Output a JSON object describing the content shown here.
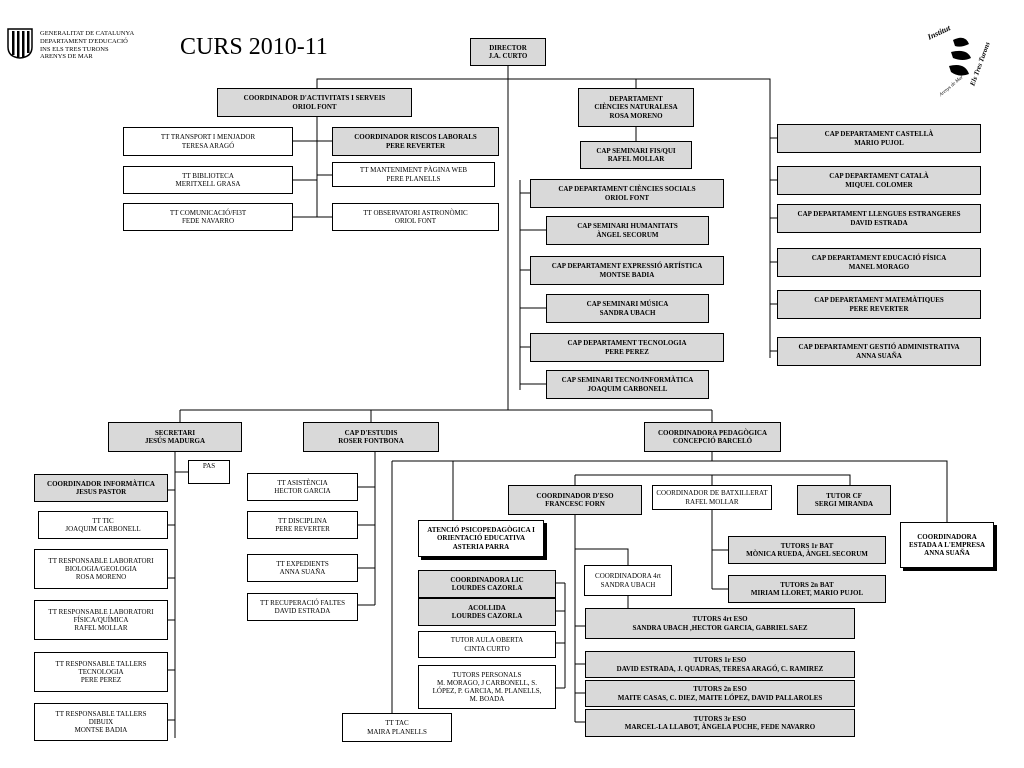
{
  "header": {
    "org_lines": "GENERALITAT DE CATALUNYA\nDEPARTAMENT D'EDUCACIÓ\nINS ELS TRES TURONS\nARENYS DE MAR",
    "title": "CURS 2010-11",
    "logo_top": "Institut",
    "logo_mid": "Els Tres Turons",
    "logo_bottom": "Arenys de Mar"
  },
  "boxes": {
    "director": "DIRECTOR\nJ.A. CURTO",
    "coord_activitats": "COORDINADOR D'ACTIVITATS I SERVEIS\nORIOL FONT",
    "tt_transport": "TT TRANSPORT I MENJADOR\nTERESA ARAGÓ",
    "coord_riscos": "COORDINADOR RISCOS LABORALS\nPERE REVERTER",
    "tt_biblioteca": "TT BIBLIOTECA\nMERITXELL GRASA",
    "tt_manteniment": "TT MANTENIMENT PÀGINA WEB\nPERE PLANELLS",
    "tt_comunicacio": "TT COMUNICACIÓ/FI3T\nFEDE NAVARRO",
    "tt_observatori": "TT OBSERVATORI ASTRONÒMIC\nORIOL FONT",
    "dep_ciencies_nat": "DEPARTAMENT\nCIÈNCIES NATURALESA\nROSA MORENO",
    "sem_fisqui": "CAP SEMINARI FIS/QUI\nRAFEL MOLLAR",
    "dep_ciencies_soc": "CAP DEPARTAMENT CIÈNCIES SOCIALS\nORIOL FONT",
    "sem_humanitats": "CAP SEMINARI HUMANITATS\nÀNGEL SECORUM",
    "dep_expressio": "CAP DEPARTAMENT EXPRESSIÓ ARTÍSTICA\nMONTSE BADIA",
    "sem_musica": "CAP SEMINARI MÚSICA\nSANDRA UBACH",
    "dep_tecnologia": "CAP DEPARTAMENT TECNOLOGIA\nPERE PEREZ",
    "sem_tecno": "CAP SEMINARI TECNO/INFORMÀTICA\nJOAQUIM CARBONELL",
    "dep_castella": "CAP DEPARTAMENT CASTELLÀ\nMARIO PUJOL",
    "dep_catala": "CAP DEPARTAMENT CATALÀ\nMIQUEL COLOMER",
    "dep_llengues": "CAP DEPARTAMENT LLENGUES ESTRANGERES\nDAVID ESTRADA",
    "dep_ef": "CAP DEPARTAMENT EDUCACIÓ FÍSICA\nMANEL MORAGO",
    "dep_mates": "CAP DEPARTAMENT MATEMÀTIQUES\nPERE REVERTER",
    "dep_gestio": "CAP DEPARTAMENT GESTIÓ ADMINISTRATIVA\nANNA SUAÑA",
    "secretari": "SECRETARI\nJESÚS MADURGA",
    "pas": "PAS",
    "coord_informatica": "COORDINADOR INFORMÀTICA\nJESUS PASTOR",
    "tt_tic": "TT TIC\nJOAQUIM CARBONELL",
    "tt_lab_bio": "TT RESPONSABLE LABORATORI\nBIOLOGIA/GEOLOGIA\nROSA MORENO",
    "tt_lab_fis": "TT RESPONSABLE LABORATORI\nFÍSICA/QUÍMICA\nRAFEL MOLLAR",
    "tt_tallers_tec": "TT RESPONSABLE TALLERS\nTECNOLOGIA\nPERE PEREZ",
    "tt_tallers_dib": "TT RESPONSABLE TALLERS\nDIBUIX\nMONTSE BADIA",
    "cap_estudis": "CAP D'ESTUDIS\nROSER FONTBONA",
    "tt_assistencia": "TT ASISTÈNCIA\nHECTOR GARCIA",
    "tt_disciplina": "TT DISCIPLINA\nPERE REVERTER",
    "tt_expedients": "TT EXPEDIENTS\nANNA SUAÑA",
    "tt_recuperacio": "TT RECUPERACIÓ FALTES\nDAVID ESTRADA",
    "coord_pedagogica": "COORDINADORA PEDAGÒGICA\nCONCEPCIÓ BARCELÓ",
    "atencio": "ATENCIÓ PSICOPEDAGÒGICA I\nORIENTACIÓ EDUCATIVA\nASTERIA PARRA",
    "coord_lic": "COORDINADORA LIC\nLOURDES CAZORLA",
    "acollida": "ACOLLIDA\nLOURDES CAZORLA",
    "tutor_aula": "TUTOR AULA OBERTA\nCINTA CURTO",
    "tutors_personals": "TUTORS PERSONALS\nM. MORAGO, J CARBONELL, S.\nLÓPEZ, P. GARCIA, M. PLANELLS,\nM. BOADA",
    "tt_tac": "TT TAC\nMAIRA PLANELLS",
    "coord_eso": "COORDINADOR D'ESO\nFRANCESC FORN",
    "coord_4eso": "COORDINADORA 4rt\nSANDRA UBACH",
    "coord_batx": "COORDINADOR DE BATXILLERAT\nRAFEL MOLLAR",
    "tutor_cf": "TUTOR CF\nSERGI MIRANDA",
    "coord_estada": "COORDINADORA\nESTADA A L'EMPRESA\nANNA SUAÑA",
    "tutors_1bat": "TUTORS 1r BAT\nMÒNICA RUEDA, ÀNGEL SECORUM",
    "tutors_2bat": "TUTORS 2n BAT\nMIRIAM LLORET, MARIO PUJOL",
    "tutors_4eso": "TUTORS 4rt ESO\nSANDRA UBACH ,HECTOR GARCIA, GABRIEL SAEZ",
    "tutors_1eso": "TUTORS 1r ESO\nDAVID ESTRADA, J. QUADRAS, TERESA ARAGÓ, C. RAMIREZ",
    "tutors_2eso": "TUTORS 2n ESO\nMAITE CASAS, C. DIEZ, MAITE LÓPEZ, DAVID PALLAROLES",
    "tutors_3eso": "TUTORS 3r ESO\nMARCEL-LA LLABOT, ÀNGELA PUCHE, FEDE NAVARRO"
  }
}
